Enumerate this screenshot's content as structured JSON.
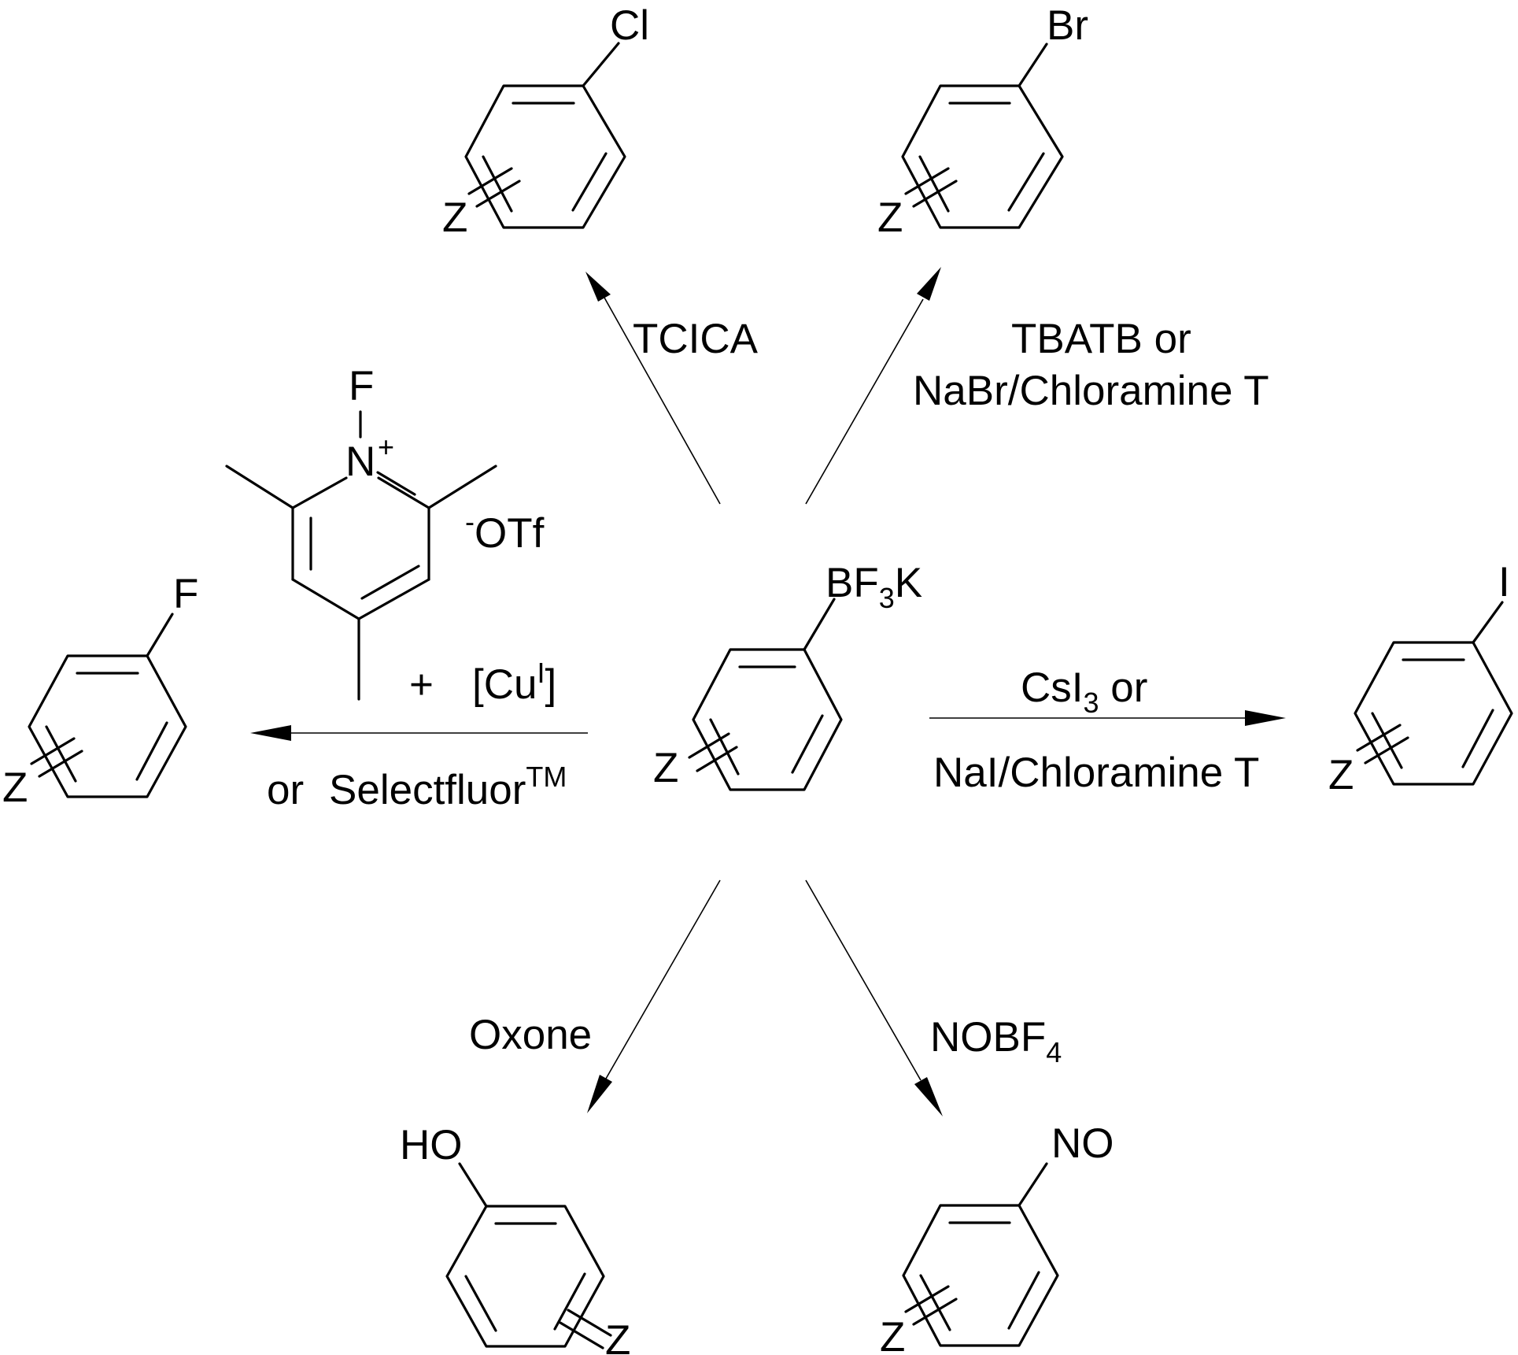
{
  "center": {
    "group_main": "BF",
    "group_sub": "3",
    "group_tail": "K",
    "substituent": "Z"
  },
  "products": {
    "chloro": {
      "atom": "Cl",
      "substituent": "Z"
    },
    "bromo": {
      "atom": "Br",
      "substituent": "Z"
    },
    "fluoro": {
      "atom": "F",
      "substituent": "Z"
    },
    "iodo": {
      "atom": "I",
      "substituent": "Z"
    },
    "hydroxy": {
      "atom": "HO",
      "substituent": "Z"
    },
    "nitroso": {
      "atom": "NO",
      "substituent": "Z"
    }
  },
  "reagents": {
    "chlorination": "TCICA",
    "bromination_line1": "TBATB or",
    "bromination_line2": "NaBr/Chloramine T",
    "iodination_line1_main": "CsI",
    "iodination_line1_sub": "3",
    "iodination_line1_tail": " or",
    "iodination_line2": "NaI/Chloramine T",
    "hydroxylation": "Oxone",
    "nitrosation_main": "NOBF",
    "nitrosation_sub": "4",
    "fluorination_plus": "+",
    "fluorination_cu_main": "[Cu",
    "fluorination_cu_sup": "I",
    "fluorination_cu_tail": "]",
    "fluorination_or": "or",
    "fluorination_selectfluor": "Selectfluor",
    "fluorination_selectfluor_sup": "TM"
  },
  "fluoropyridinium": {
    "f_atom": "F",
    "n_atom": "N",
    "n_charge": "+",
    "counterion_charge": "-",
    "counterion": "OTf"
  }
}
